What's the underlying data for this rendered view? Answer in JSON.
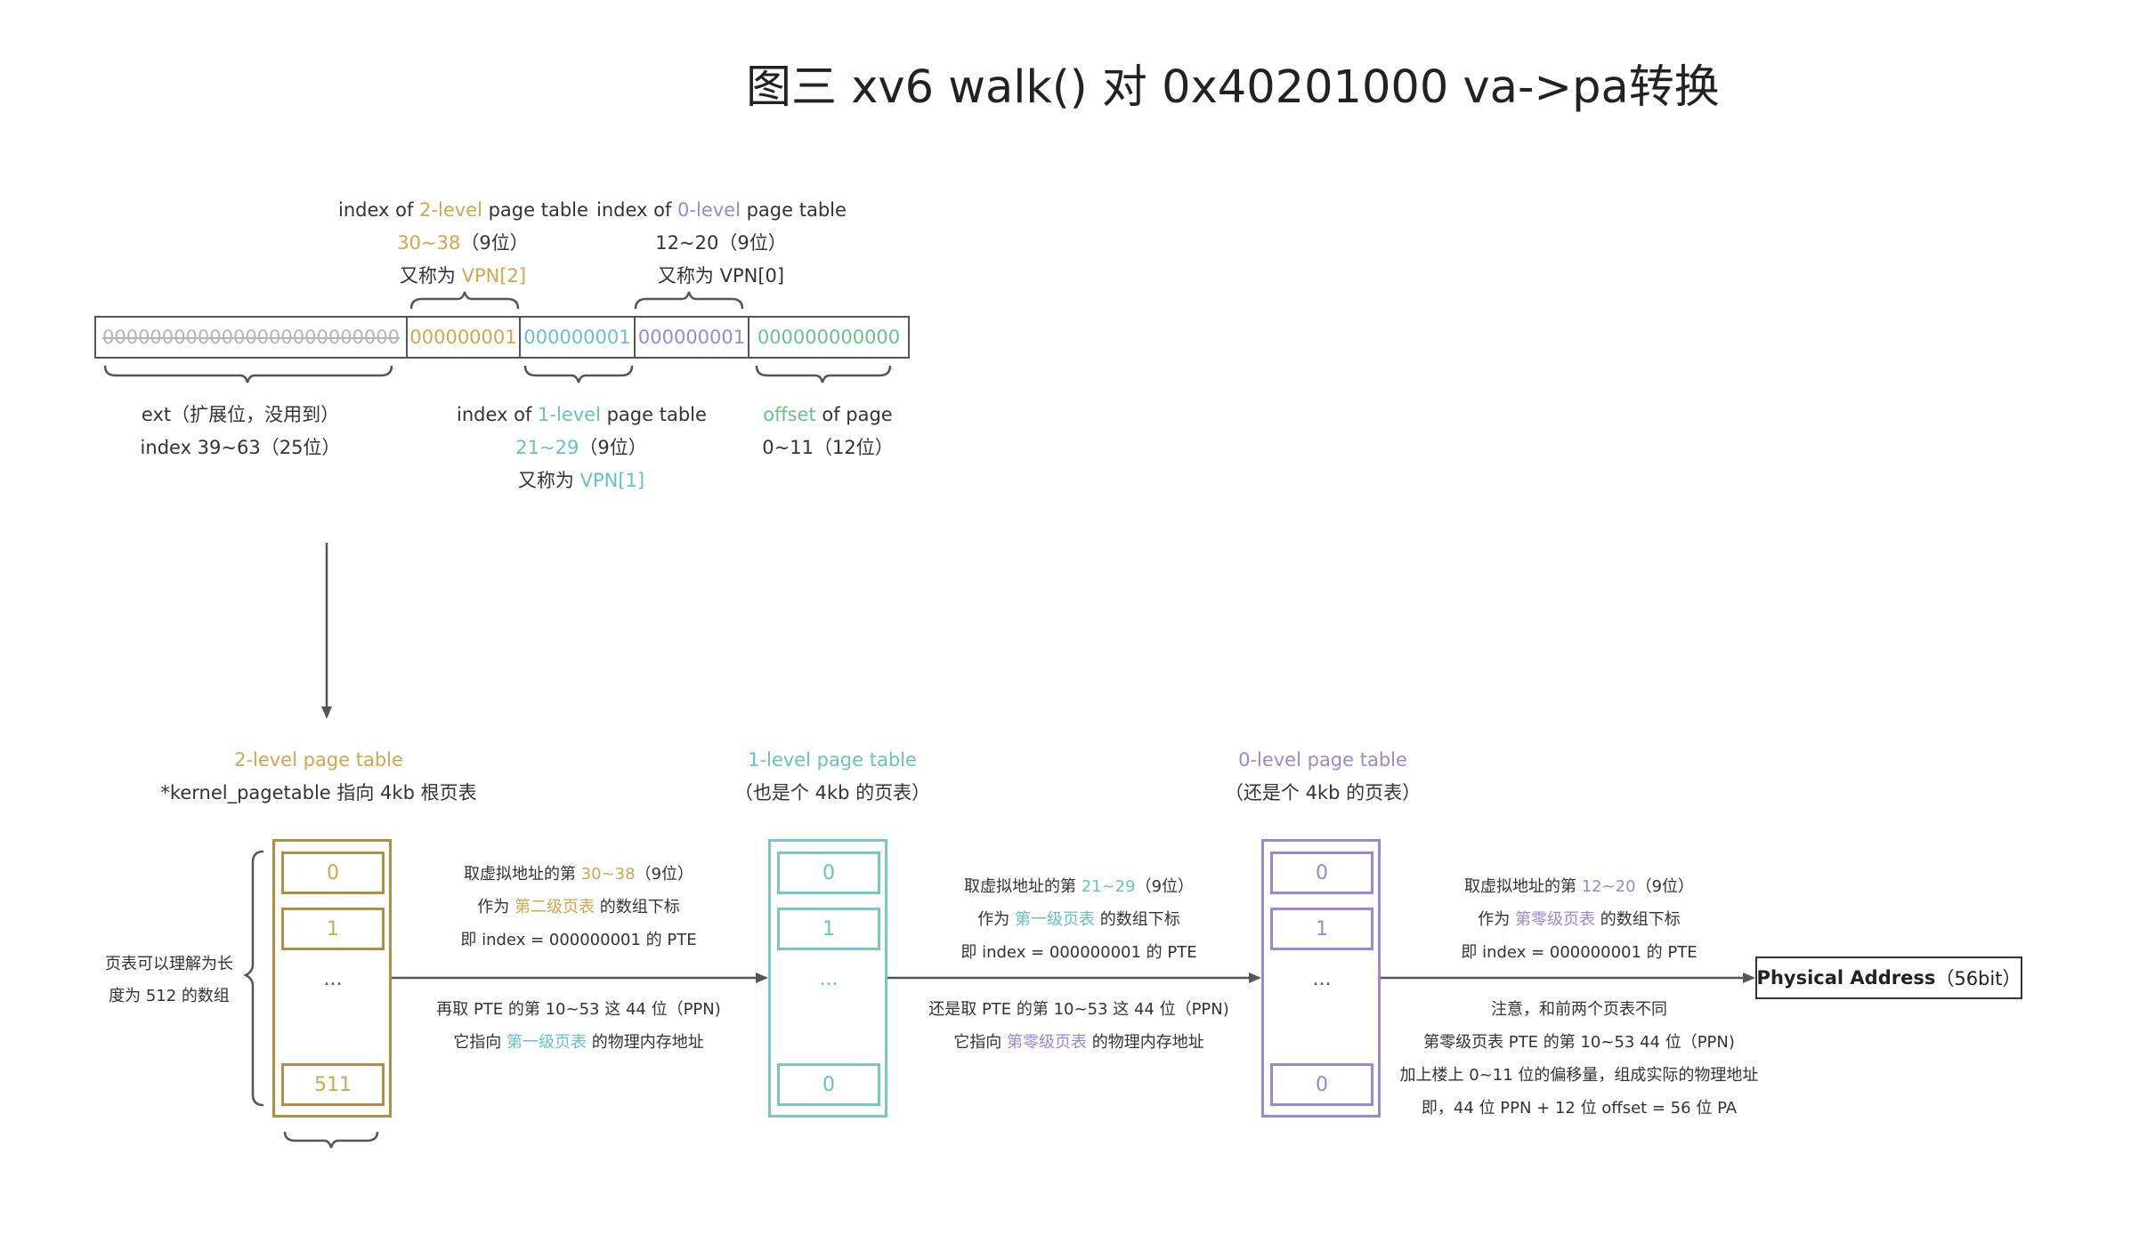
{
  "title": "图三 xv6 walk() 对 0x40201000 va->pa转换",
  "colors": {
    "level2": "#cfa74f",
    "level1": "#67c2c0",
    "level0": "#9a87d6",
    "offset": "#6cc08b",
    "ext": "#b5b5b5",
    "line": "#555555"
  },
  "address_bits": {
    "ext": "0000000000000000000000000",
    "vpn2": "000000001",
    "vpn1": "000000001",
    "vpn0": "000000001",
    "offset": "000000000000"
  },
  "annotations": {
    "vpn2": {
      "line1_pre": "index of ",
      "line1_hl": "2-level",
      "line1_post": " page table",
      "line2_hl": "30~38",
      "line2_post": "（9位）",
      "line3_pre": "又称为 ",
      "line3_hl": "VPN[2]"
    },
    "vpn0": {
      "line1_pre": "index of ",
      "line1_hl": "0-level",
      "line1_post": " page table",
      "line2": "12~20（9位）",
      "line3": "又称为 VPN[0]"
    },
    "ext": {
      "line1": "ext（扩展位，没用到）",
      "line2": "index 39~63（25位）"
    },
    "vpn1": {
      "line1_pre": "index of ",
      "line1_hl": "1-level",
      "line1_post": " page table",
      "line2_hl": "21~29",
      "line2_post": "（9位）",
      "line3_pre": "又称为 ",
      "line3_hl": "VPN[1]"
    },
    "offset": {
      "line1_hl": "offset",
      "line1_post": " of page",
      "line2": "0~11（12位）"
    }
  },
  "tables": {
    "level2": {
      "heading": "2-level page table",
      "sub": "*kernel_pagetable 指向 4kb 根页表",
      "cells": [
        "0",
        "1",
        "...",
        "511"
      ]
    },
    "level1": {
      "heading": "1-level page table",
      "sub": "（也是个 4kb 的页表）",
      "cells": [
        "0",
        "1",
        "...",
        "0"
      ]
    },
    "level0": {
      "heading": "0-level page table",
      "sub": "（还是个 4kb 的页表）",
      "cells": [
        "0",
        "1",
        "...",
        "0"
      ]
    }
  },
  "array_note": {
    "line1": "页表可以理解为长",
    "line2": "度为 512 的数组"
  },
  "step1": {
    "top1_pre": "取虚拟地址的第 ",
    "top1_hl": "30~38",
    "top1_post": "（9位）",
    "top2_pre": "作为 ",
    "top2_hl": "第二级页表",
    "top2_post": " 的数组下标",
    "top3": "即 index = 000000001 的 PTE",
    "bot1": "再取 PTE 的第 10~53 这 44 位（PPN)",
    "bot2_pre": "它指向 ",
    "bot2_hl": "第一级页表",
    "bot2_post": " 的物理内存地址"
  },
  "step2": {
    "top1_pre": "取虚拟地址的第 ",
    "top1_hl": "21~29",
    "top1_post": "（9位）",
    "top2_pre": "作为 ",
    "top2_hl": "第一级页表",
    "top2_post": " 的数组下标",
    "top3": "即 index = 000000001 的 PTE",
    "bot1": "还是取 PTE 的第 10~53 这 44 位（PPN)",
    "bot2_pre": "它指向 ",
    "bot2_hl": "第零级页表",
    "bot2_post": " 的物理内存地址"
  },
  "step3": {
    "top1_pre": "取虚拟地址的第 ",
    "top1_hl": "12~20",
    "top1_post": "（9位）",
    "top2_pre": "作为 ",
    "top2_hl": "第零级页表",
    "top2_post": " 的数组下标",
    "top3": "即 index = 000000001 的 PTE",
    "bot1": "注意，和前两个页表不同",
    "bot2": "第零级页表 PTE 的第 10~53 44 位（PPN)",
    "bot3": "加上楼上 0~11 位的偏移量，组成实际的物理地址",
    "bot4": "即，44 位 PPN + 12 位 offset = 56 位 PA"
  },
  "physical_address": {
    "label": "Physical Address",
    "bits": "（56bit）"
  }
}
